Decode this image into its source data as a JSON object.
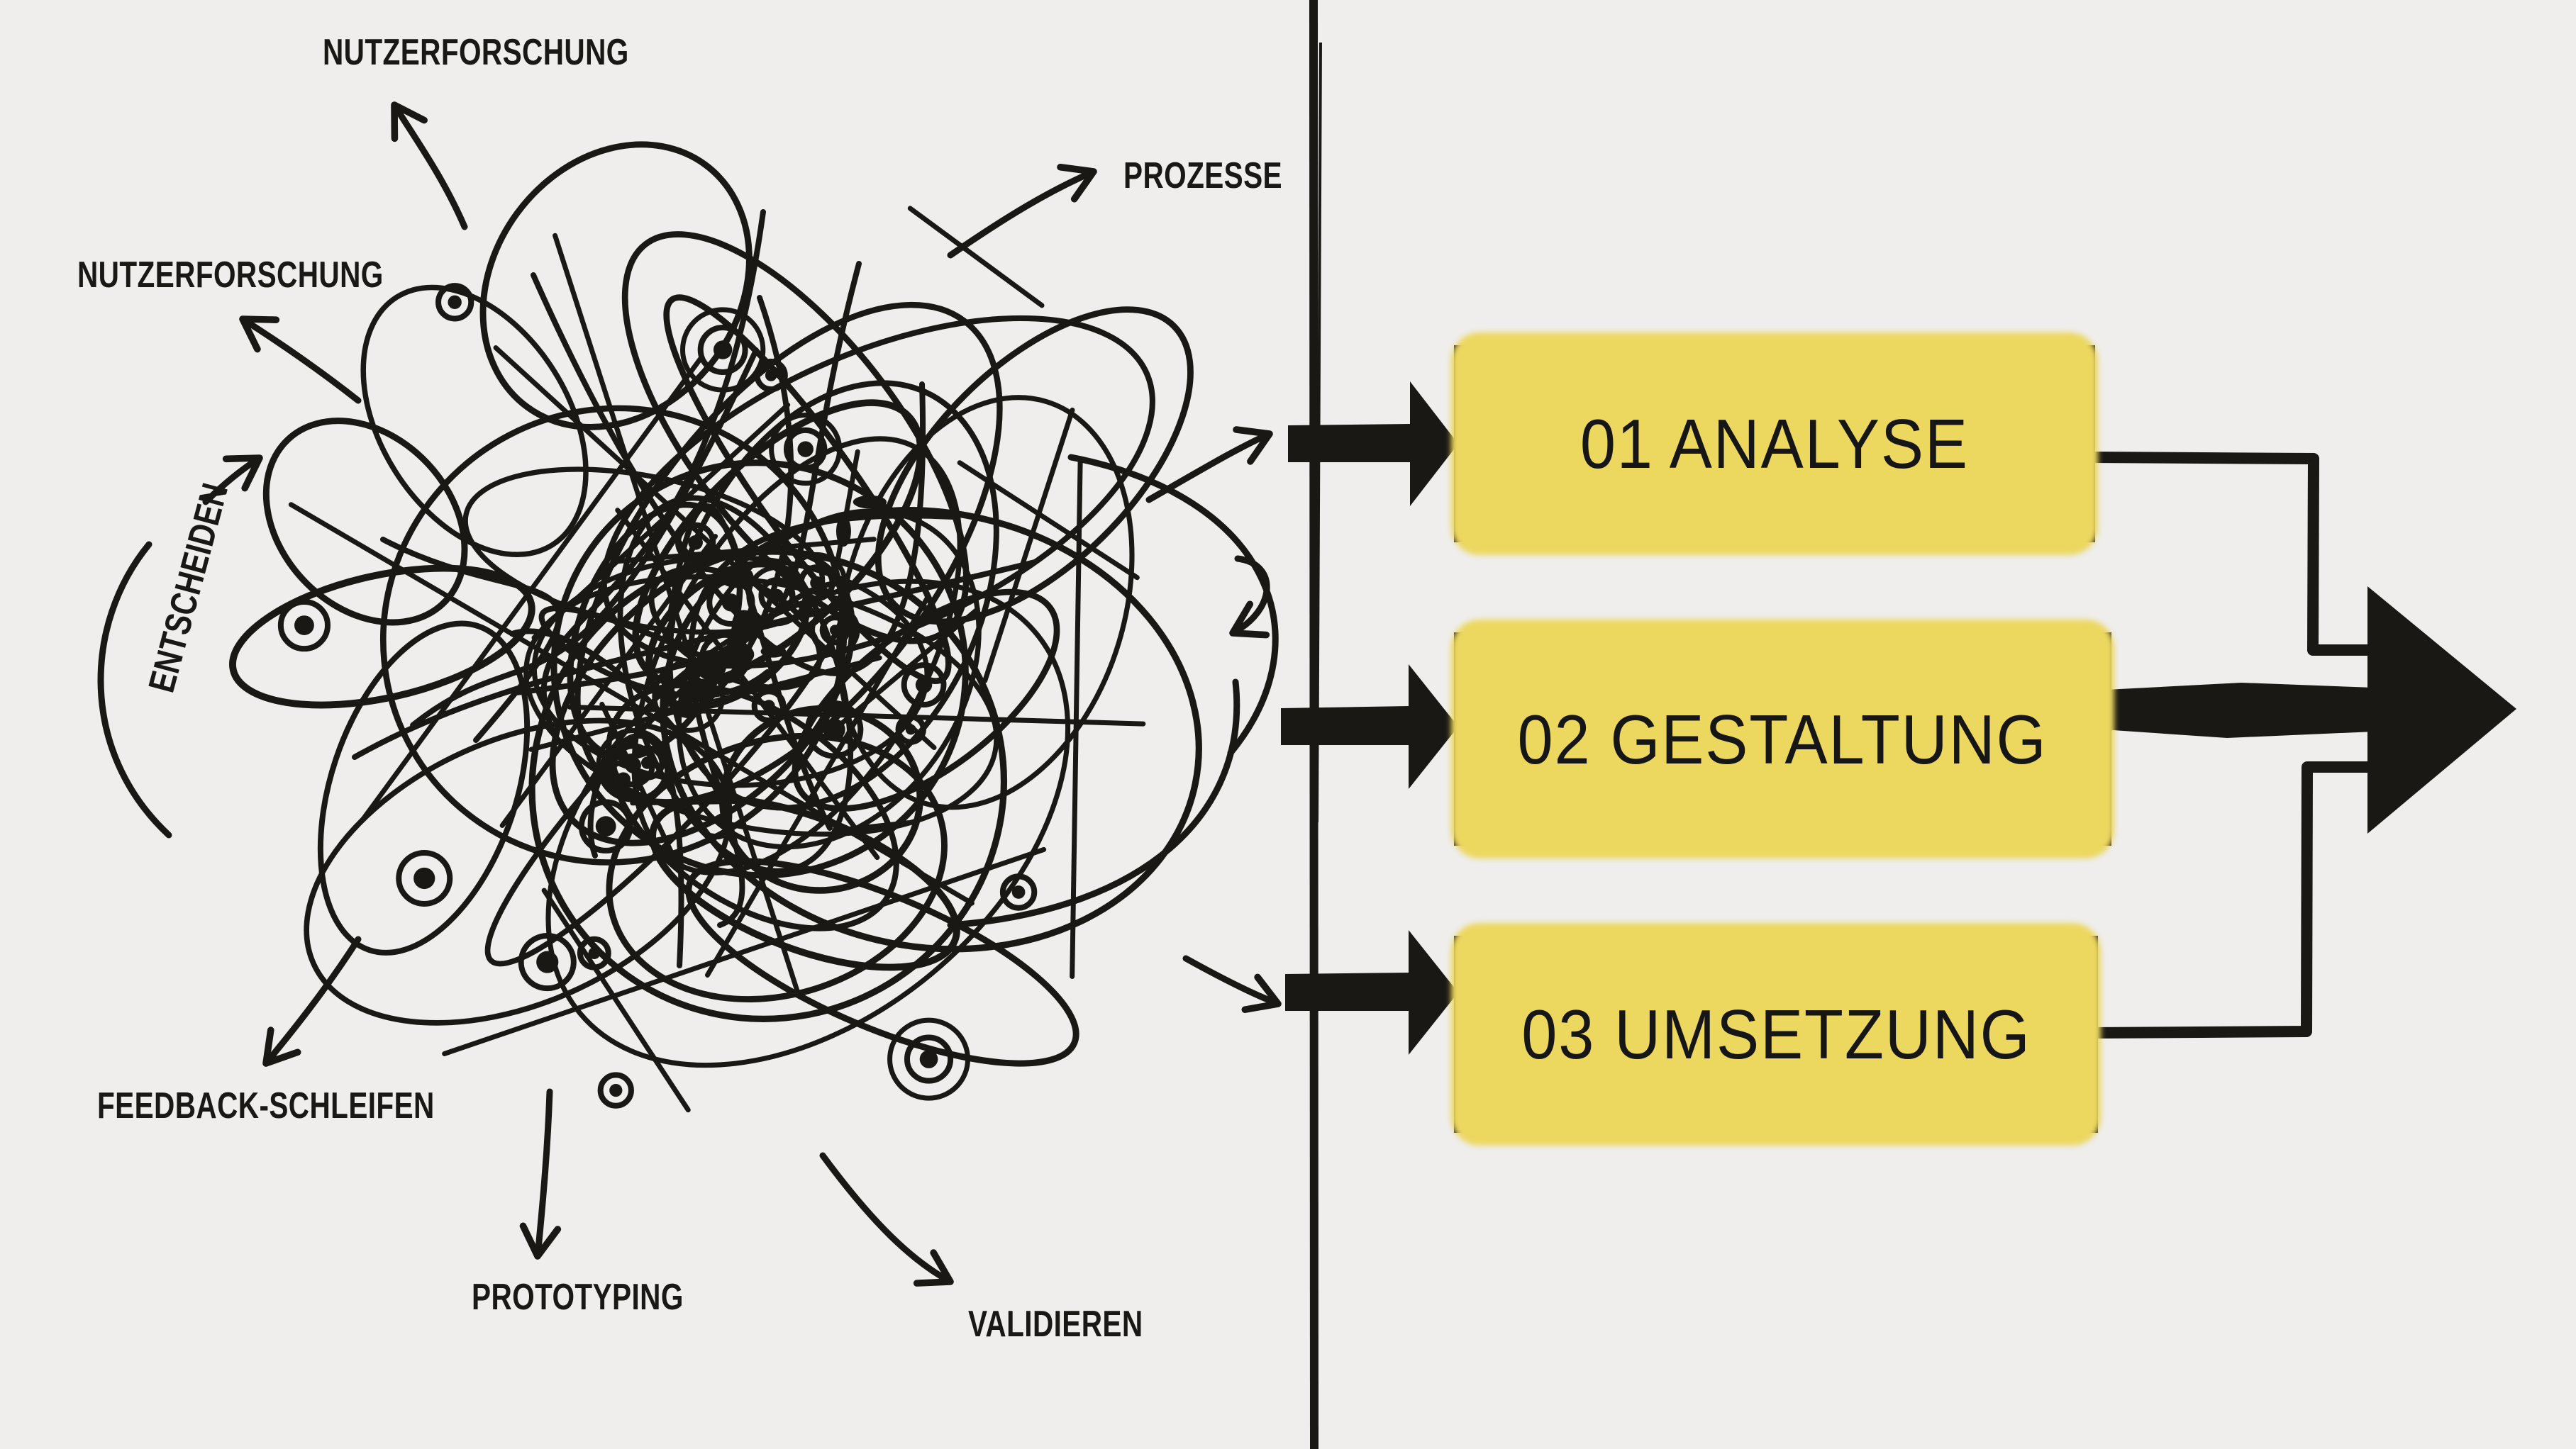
{
  "colors": {
    "background": "#efeeec",
    "ink": "#1a1815",
    "highlight": "#ecd75f",
    "box_fill": "#e8e7e4",
    "text": "#161616"
  },
  "tangle": {
    "description": "chaotic hand-drawn scribble ball representing the messy design process",
    "labels": {
      "nutzerforschung_top": "NUTZERFORSCHUNG",
      "prozesse": "PROZESSE",
      "nutzerforschung_left": "NUTZERFORSCHUNG",
      "entscheiden": "ENTSCHEIDEN",
      "feedback_schleifen": "FEEDBACK-SCHLEIFEN",
      "prototyping": "PROTOTYPING",
      "validieren": "VALIDIEREN"
    }
  },
  "steps": [
    {
      "label": "01 ANALYSE"
    },
    {
      "label": "02 GESTALTUNG"
    },
    {
      "label": "03 UMSETZUNG"
    }
  ]
}
